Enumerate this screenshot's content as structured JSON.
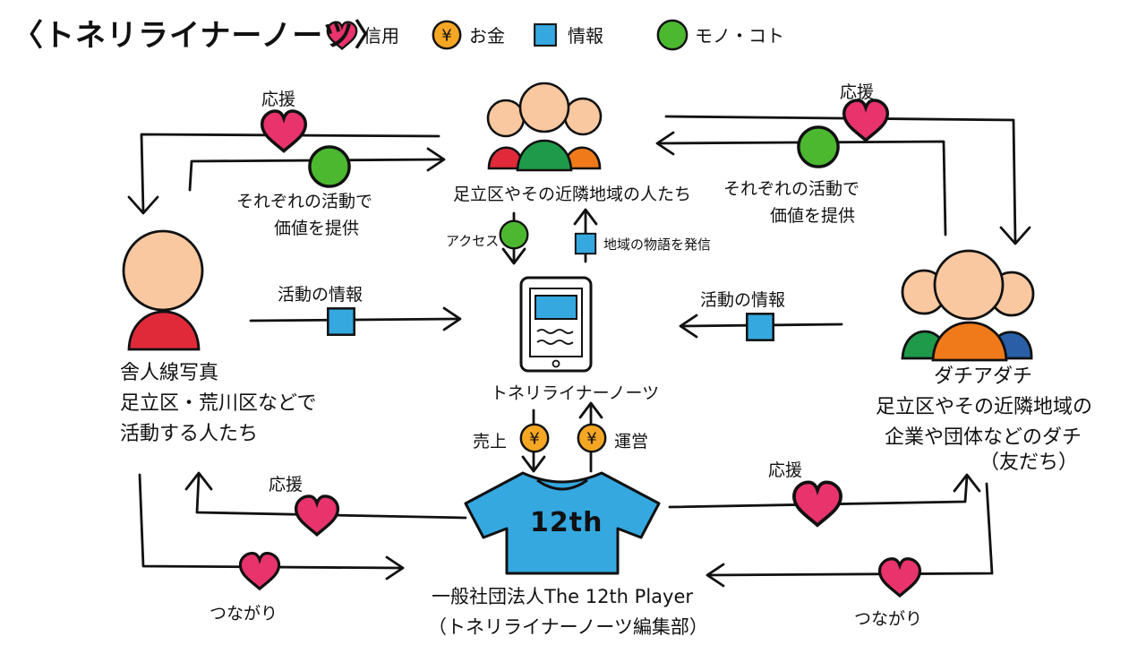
{
  "title": "〈トネリライナーノーツ〉",
  "legend": [
    {
      "label": "信用",
      "shape": "heart",
      "color": "#e8336d"
    },
    {
      "label": "お金",
      "shape": "coin",
      "color": "#f5a623",
      "symbol": "¥"
    },
    {
      "label": "情報",
      "shape": "square",
      "color": "#35a8e0"
    },
    {
      "label": "モノ・コト",
      "shape": "circle",
      "color": "#4cb830"
    }
  ],
  "nodes": {
    "local_people": {
      "label": "足立区やその近隣地域の人たち"
    },
    "photographer": {
      "line1": "舎人線写真",
      "line2": "足立区・荒川区などで",
      "line3": "活動する人たち"
    },
    "partners": {
      "line1": "ダチアダチ",
      "line2": "足立区やその近隣地域の",
      "line3": "企業や団体などのダチ",
      "line4": "（友だち）"
    },
    "app": {
      "label": "トネリライナーノーツ"
    },
    "org": {
      "line1": "一般社団法人The 12th Player",
      "line2": "（トネリライナーノーツ編集部）",
      "shirt_text": "12th"
    }
  },
  "flows": {
    "support_top_left": "応援",
    "value_left_1": "それぞれの活動で",
    "value_left_2": "価値を提供",
    "support_top_right": "応援",
    "value_right_1": "それぞれの活動で",
    "value_right_2": "価値を提供",
    "access": "アクセス",
    "publish_local": "地域の物語を発信",
    "activity_info_left": "活動の情報",
    "activity_info_right": "活動の情報",
    "sales": "売上",
    "operation": "運営",
    "support_bottom_left": "応援",
    "connection_left": "つながり",
    "support_bottom_right": "応援",
    "connection_right": "つながり"
  },
  "colors": {
    "heart": "#e8336d",
    "coin": "#f5a623",
    "info": "#35a8e0",
    "thing": "#4cb830",
    "skin": "#f9c8a0",
    "red": "#e02a3a",
    "green": "#1f9a4a",
    "orange": "#f07a1a",
    "shirt": "#35a8e0",
    "blue_dark": "#2a5fa8"
  }
}
